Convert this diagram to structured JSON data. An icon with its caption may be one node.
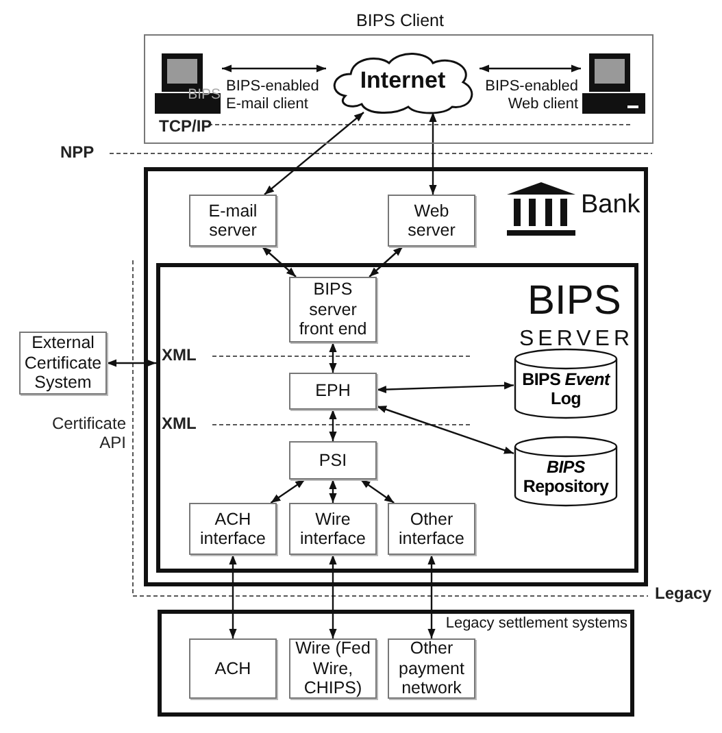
{
  "diagram": {
    "nodes": [
      {
        "text": [
          "BIPS Client"
        ]
      },
      {
        "text": [
          "BIPS"
        ],
        "beside": [
          "BIPS-enabled E-mail client"
        ],
        "in": 0
      },
      {
        "text": [
          "Internet"
        ],
        "in": 0
      },
      {
        "text": [],
        "shape": "computer",
        "beside": [
          "BIPS-enabled Web client"
        ],
        "in": 0
      },
      {
        "text": [
          "Bank"
        ]
      },
      {
        "text": [
          "E-mail server"
        ],
        "in": 4
      },
      {
        "text": [
          "Web server"
        ],
        "in": 4
      },
      {
        "text": [
          "BIPS",
          "SERVER"
        ],
        "in": 4
      },
      {
        "text": [
          "BIPS server front end"
        ],
        "in": 7
      },
      {
        "text": [
          "EPH"
        ],
        "in": 7
      },
      {
        "text": [
          "BIPS *Event* Log"
        ],
        "in": 7
      },
      {
        "text": [
          "*BIPS* Repository"
        ],
        "in": 7
      },
      {
        "text": [
          "PSI"
        ],
        "in": 7
      },
      {
        "text": [
          "ACH interface"
        ],
        "in": 7
      },
      {
        "text": [
          "Wire interface"
        ],
        "in": 7
      },
      {
        "text": [
          "Other interface"
        ],
        "in": 7
      },
      {
        "text": [
          "External Certificate System"
        ]
      },
      {
        "text": [
          "Legacy settlement systems"
        ]
      },
      {
        "text": [
          "ACH"
        ],
        "in": 17
      },
      {
        "text": [
          "Wire (Fed Wire, CHIPS)"
        ],
        "in": 17
      },
      {
        "text": [
          "Other payment network"
        ],
        "in": 17
      }
    ],
    "edges": [
      {
        "from": 1,
        "to": 2,
        "arrow": "both"
      },
      {
        "from": 2,
        "to": 3,
        "arrow": "both"
      },
      {
        "from": 2,
        "to": 5,
        "arrow": "both"
      },
      {
        "from": 2,
        "to": 6,
        "arrow": "both"
      },
      {
        "from": 5,
        "to": 8,
        "arrow": "both"
      },
      {
        "from": 6,
        "to": 8,
        "arrow": "both"
      },
      {
        "from": 8,
        "to": 9,
        "arrow": "both"
      },
      {
        "from": 9,
        "to": 10,
        "arrow": "both"
      },
      {
        "from": 9,
        "to": 11,
        "arrow": "both"
      },
      {
        "from": 9,
        "to": 12,
        "arrow": "both"
      },
      {
        "from": 12,
        "to": 13,
        "arrow": "both"
      },
      {
        "from": 12,
        "to": 14,
        "arrow": "both"
      },
      {
        "from": 12,
        "to": 15,
        "arrow": "both"
      },
      {
        "from": 13,
        "to": 18,
        "arrow": "both"
      },
      {
        "from": 14,
        "to": 19,
        "arrow": "both"
      },
      {
        "from": 15,
        "to": 20,
        "arrow": "both"
      },
      {
        "from": 16,
        "to": 7,
        "arrow": "both"
      }
    ],
    "labels": [
      "TCP/IP",
      "NPP",
      "XML",
      "XML",
      "Certificate API",
      "Legacy"
    ]
  }
}
